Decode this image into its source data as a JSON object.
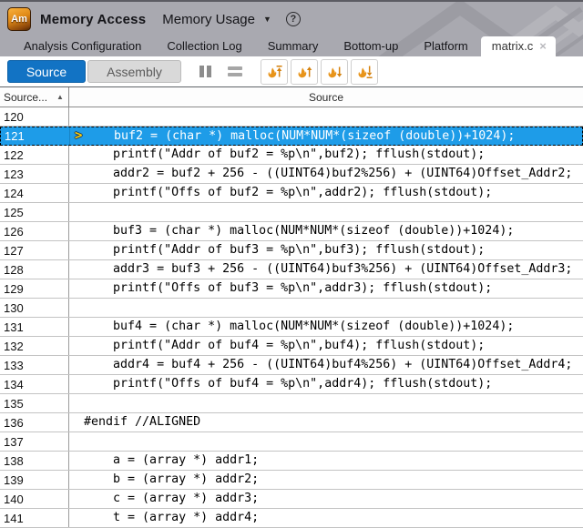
{
  "titlebar": {
    "logo_text": "Am",
    "app_title": "Memory Access",
    "viewpoint": "Memory Usage",
    "caret_glyph": "▼",
    "help_glyph": "?"
  },
  "tabs": [
    {
      "label": "Analysis Configuration",
      "active": false
    },
    {
      "label": "Collection Log",
      "active": false
    },
    {
      "label": "Summary",
      "active": false
    },
    {
      "label": "Bottom-up",
      "active": false
    },
    {
      "label": "Platform",
      "active": false
    },
    {
      "label": "matrix.c",
      "active": true,
      "closable": true,
      "close_glyph": "×"
    }
  ],
  "toolbar": {
    "source_label": "Source",
    "assembly_label": "Assembly",
    "icons": [
      "pause-icon",
      "equal-bars-icon",
      "hotspot-biggest-up-icon",
      "hotspot-prev-up-icon",
      "hotspot-next-down-icon",
      "hotspot-smallest-down-icon"
    ]
  },
  "colors": {
    "accent_blue": "#1273c4",
    "selection_blue": "#1e9ce8",
    "flame_orange": "#e8941a",
    "logo_orange": "#e08a18"
  },
  "table": {
    "columns": [
      {
        "label": "Source...",
        "sort_glyph": "▲"
      },
      {
        "label": "Source"
      }
    ],
    "selected_line": "121",
    "selected_marker": ">",
    "rows": [
      {
        "line": "120",
        "source": ""
      },
      {
        "line": "121",
        "source": "      buf2 = (char *) malloc(NUM*NUM*(sizeof (double))+1024);",
        "selected": true
      },
      {
        "line": "122",
        "source": "      printf(\"Addr of buf2 = %p\\n\",buf2); fflush(stdout);"
      },
      {
        "line": "123",
        "source": "      addr2 = buf2 + 256 - ((UINT64)buf2%256) + (UINT64)Offset_Addr2;"
      },
      {
        "line": "124",
        "source": "      printf(\"Offs of buf2 = %p\\n\",addr2); fflush(stdout);"
      },
      {
        "line": "125",
        "source": ""
      },
      {
        "line": "126",
        "source": "      buf3 = (char *) malloc(NUM*NUM*(sizeof (double))+1024);"
      },
      {
        "line": "127",
        "source": "      printf(\"Addr of buf3 = %p\\n\",buf3); fflush(stdout);"
      },
      {
        "line": "128",
        "source": "      addr3 = buf3 + 256 - ((UINT64)buf3%256) + (UINT64)Offset_Addr3;"
      },
      {
        "line": "129",
        "source": "      printf(\"Offs of buf3 = %p\\n\",addr3); fflush(stdout);"
      },
      {
        "line": "130",
        "source": ""
      },
      {
        "line": "131",
        "source": "      buf4 = (char *) malloc(NUM*NUM*(sizeof (double))+1024);"
      },
      {
        "line": "132",
        "source": "      printf(\"Addr of buf4 = %p\\n\",buf4); fflush(stdout);"
      },
      {
        "line": "133",
        "source": "      addr4 = buf4 + 256 - ((UINT64)buf4%256) + (UINT64)Offset_Addr4;"
      },
      {
        "line": "134",
        "source": "      printf(\"Offs of buf4 = %p\\n\",addr4); fflush(stdout);"
      },
      {
        "line": "135",
        "source": ""
      },
      {
        "line": "136",
        "source": "  #endif //ALIGNED"
      },
      {
        "line": "137",
        "source": ""
      },
      {
        "line": "138",
        "source": "      a = (array *) addr1;"
      },
      {
        "line": "139",
        "source": "      b = (array *) addr2;"
      },
      {
        "line": "140",
        "source": "      c = (array *) addr3;"
      },
      {
        "line": "141",
        "source": "      t = (array *) addr4;"
      }
    ]
  }
}
